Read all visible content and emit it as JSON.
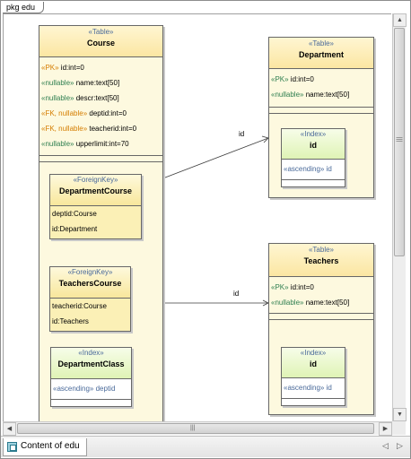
{
  "package": {
    "label": "pkg edu"
  },
  "tables": {
    "course": {
      "stereotype": "«Table»",
      "name": "Course",
      "attrs": [
        {
          "kw": "«PK»",
          "text": " id:int=0"
        },
        {
          "kw": "«nullable»",
          "text": " name:text[50]"
        },
        {
          "kw": "«nullable»",
          "text": " descr:text[50]"
        },
        {
          "kw": "«FK, nullable»",
          "text": " deptid:int=0"
        },
        {
          "kw": "«FK, nullable»",
          "text": " teacherid:int=0"
        },
        {
          "kw": "«nullable»",
          "text": " upperlimit:int=70"
        }
      ]
    },
    "department": {
      "stereotype": "«Table»",
      "name": "Department",
      "attrs": [
        {
          "kw": "«PK»",
          "text": " id:int=0"
        },
        {
          "kw": "«nullable»",
          "text": " name:text[50]"
        }
      ]
    },
    "teachers": {
      "stereotype": "«Table»",
      "name": "Teachers",
      "attrs": [
        {
          "kw": "«PK»",
          "text": " id:int=0"
        },
        {
          "kw": "«nullable»",
          "text": " name:text[50]"
        }
      ]
    }
  },
  "foreign_keys": {
    "department_course": {
      "stereotype": "«ForeignKey»",
      "name": "DepartmentCourse",
      "rows": [
        "deptid:Course",
        "id:Department"
      ]
    },
    "teachers_course": {
      "stereotype": "«ForeignKey»",
      "name": "TeachersCourse",
      "rows": [
        "teacherid:Course",
        "id:Teachers"
      ]
    }
  },
  "indexes": {
    "department_class": {
      "stereotype": "«Index»",
      "name": "DepartmentClass",
      "row": "«ascending» deptid"
    },
    "department_id": {
      "stereotype": "«Index»",
      "name": "id",
      "row": "«ascending» id"
    },
    "teachers_id": {
      "stereotype": "«Index»",
      "name": "id",
      "row": "«ascending» id"
    }
  },
  "links": {
    "dept_label": "id",
    "teachers_label": "id"
  },
  "scrollbars": {
    "up": "▲",
    "down": "▼",
    "left": "◀",
    "right": "▶",
    "grip": "|||"
  },
  "bottom_tab": {
    "label": "Content of edu",
    "prev": "◁",
    "next": "▷"
  }
}
